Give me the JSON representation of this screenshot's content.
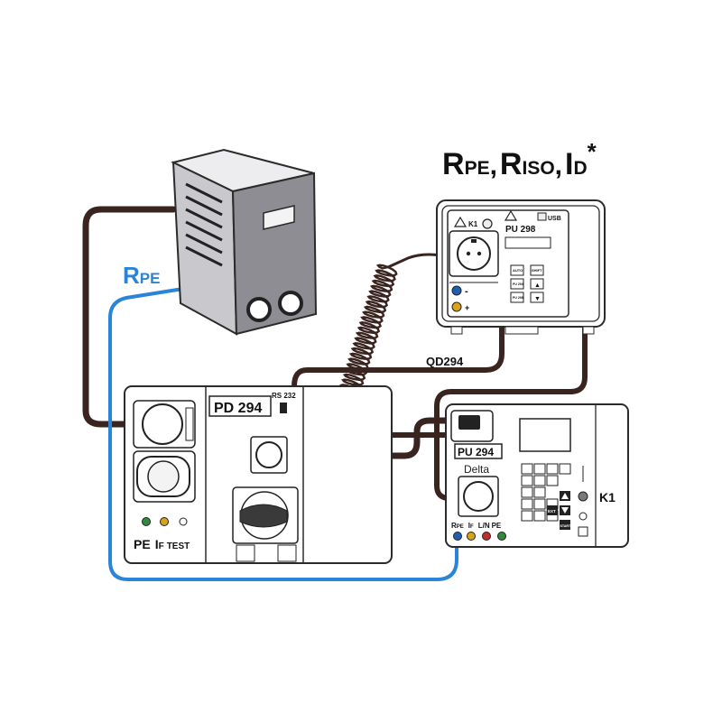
{
  "title": {
    "rpe_main": "R",
    "rpe_sub": "PE",
    "sep1": ",",
    "riso_main": "R",
    "riso_sub": "ISO",
    "sep2": ",",
    "id_main": "I",
    "id_sub": "D",
    "asterisk": "*"
  },
  "left_label": {
    "main": "R",
    "sub": "PE"
  },
  "devices": {
    "pd294": {
      "name": "PD 294",
      "port": "RS 232",
      "bottom_label_pe": "PE",
      "bottom_label_if_main": "I",
      "bottom_label_if_sub": "F",
      "bottom_label_test": "TEST"
    },
    "pu298": {
      "name": "PU 298",
      "k1": "K1",
      "usb": "USB",
      "minus": "-",
      "plus": "+",
      "keys": [
        "AUTO",
        "SHIFT",
        "PU 294",
        "▲",
        "PU 298",
        "▼"
      ]
    },
    "pu294": {
      "name": "PU 294",
      "sub": "Delta",
      "k1": "K1",
      "terminals": {
        "rpe_main": "R",
        "rpe_sub": "PE",
        "if_main": "I",
        "if_sub": "F",
        "ln": "L/N",
        "pe": "PE"
      },
      "keys": [
        "EXT",
        "START"
      ]
    }
  },
  "cables": {
    "qd294": "QD294"
  },
  "colors": {
    "cable_dark": "#3a2420",
    "cable_blue": "#2a84d8",
    "outline": "#2b2b2b",
    "panel_fill": "#ffffff",
    "terminal_blue": "#1f5fb3",
    "terminal_yellow": "#d8a21a",
    "terminal_red": "#c0302a",
    "terminal_green": "#2f8b3a"
  }
}
